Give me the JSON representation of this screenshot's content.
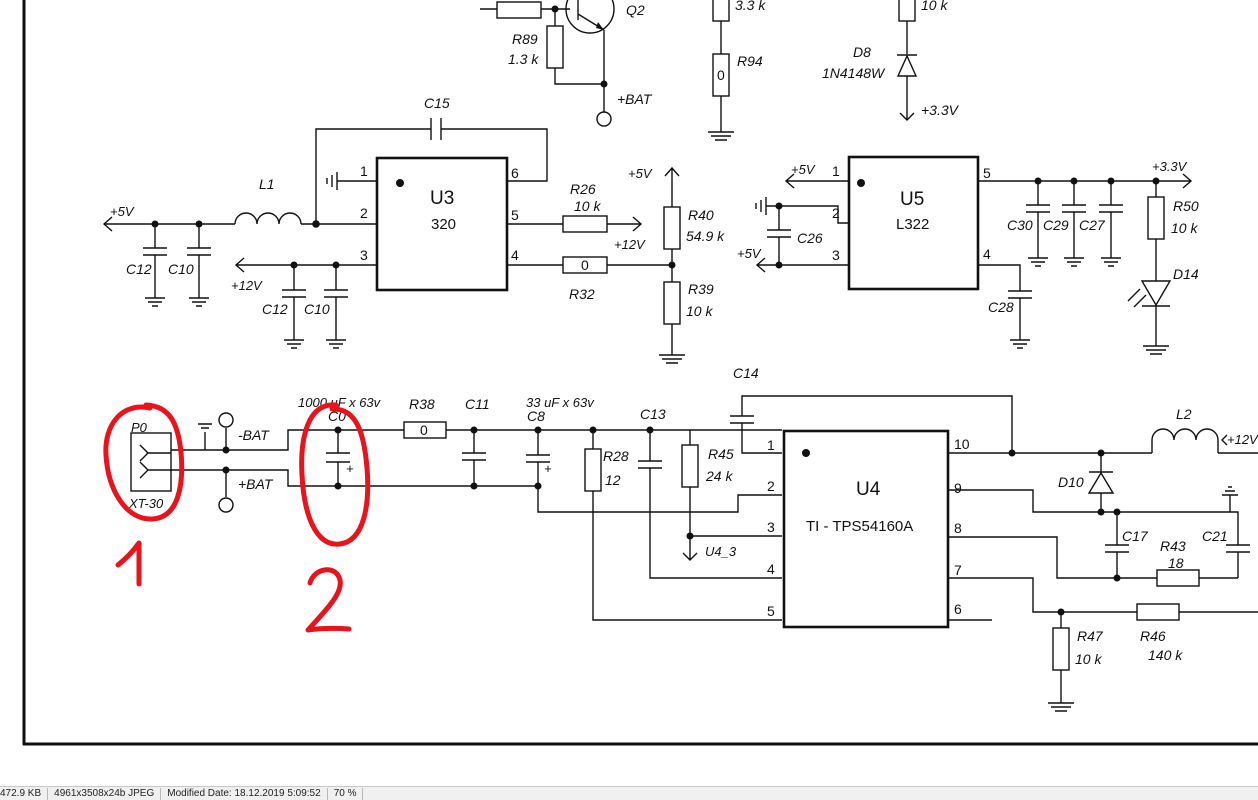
{
  "labels": {
    "q2": "Q2",
    "r89": "R89",
    "r89v": "1.3 k",
    "bat_top": "+BAT",
    "r94": "R94",
    "r94v": "0",
    "r_top_v": "3.3 k",
    "d8": "D8",
    "d8v": "1N4148W",
    "d8_33": "+3.3V",
    "r_top2_v": "10 k",
    "c15": "C15",
    "l1": "L1",
    "p5v_a": "+5V",
    "c12a": "C12",
    "c10a": "C10",
    "p12v_a": "+12V",
    "c12b": "C12",
    "c10b": "C10",
    "u3": "U3",
    "u3v": "320",
    "u3p1": "1",
    "u3p2": "2",
    "u3p3": "3",
    "u3p4": "4",
    "u3p5": "5",
    "u3p6": "6",
    "r26": "R26",
    "r26v": "10 k",
    "p12v_b": "+12V",
    "r32v": "0",
    "r32": "R32",
    "p5v_b": "+5V",
    "r40": "R40",
    "r40v": "54.9 k",
    "r39": "R39",
    "r39v": "10 k",
    "u5": "U5",
    "u5v": "L322",
    "u5p1": "1",
    "u5p2": "2",
    "u5p3": "3",
    "u5p4": "4",
    "u5p5": "5",
    "p5v_c": "+5V",
    "c26": "C26",
    "p5v_d": "+5V",
    "c28": "C28",
    "c30": "C30",
    "c29": "C29",
    "c27": "C27",
    "p33v": "+3.3V",
    "r50": "R50",
    "r50v": "10 k",
    "d14": "D14",
    "c14": "C14",
    "p0": "P0",
    "xt30": "XT-30",
    "mbat": "-BAT",
    "pbat": "+BAT",
    "c0note": "1000 uF x 63v",
    "c0": "C0",
    "r38": "R38",
    "r38v": "0",
    "c11": "C11",
    "c8note": "33 uF x 63v",
    "c8": "C8",
    "c13": "C13",
    "r28": "R28",
    "r28v": "12",
    "r45": "R45",
    "r45v": "24 k",
    "u4_3": "U4_3",
    "u4": "U4",
    "u4v": "TI - TPS54160A",
    "u4p1": "1",
    "u4p2": "2",
    "u4p3": "3",
    "u4p4": "4",
    "u4p5": "5",
    "u4p6": "6",
    "u4p7": "7",
    "u4p8": "8",
    "u4p9": "9",
    "u4p10": "10",
    "l2": "L2",
    "p12v_c": "+12V",
    "d10": "D10",
    "c17": "C17",
    "r43": "R43",
    "r43v": "18",
    "c21": "C21",
    "r47": "R47",
    "r47v": "10 k",
    "r46": "R46",
    "r46v": "140 k",
    "ann1": "1",
    "ann2": "2"
  },
  "status_bar": {
    "file_size": "472.9 KB",
    "image_info": "4961x3508x24b JPEG",
    "modified": "Modified Date: 18.12.2019 5:09:52",
    "zoom": "70 %"
  },
  "colors": {
    "annotation": "#e8141c",
    "ink": "#111111"
  }
}
